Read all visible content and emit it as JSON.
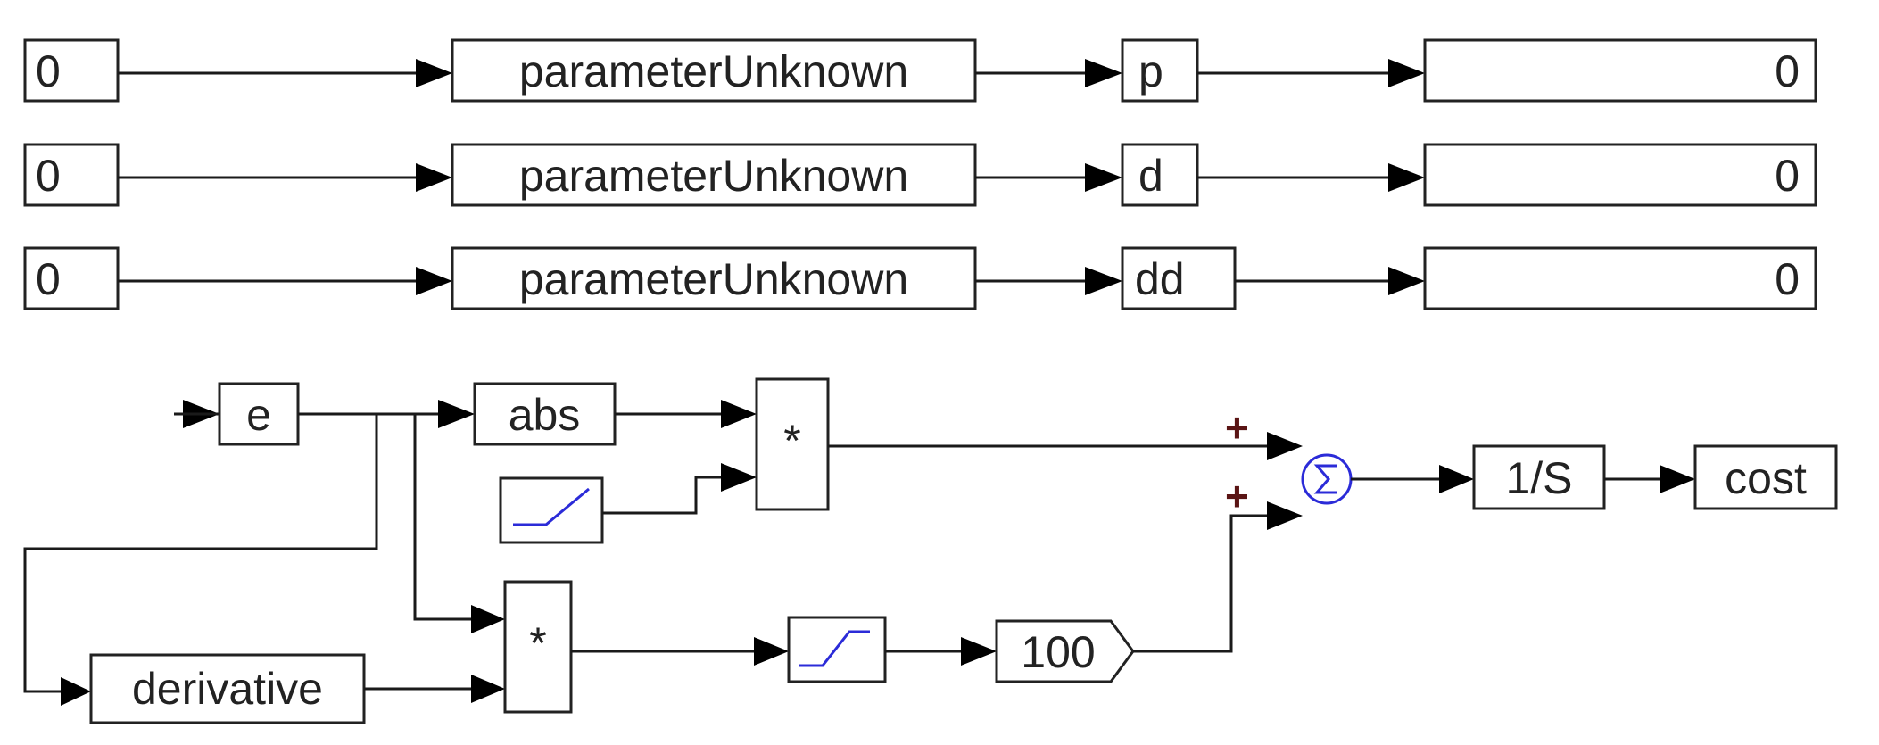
{
  "rows": [
    {
      "constant": "0",
      "source": "parameterUnknown",
      "variable": "p",
      "display": "0"
    },
    {
      "constant": "0",
      "source": "parameterUnknown",
      "variable": "d",
      "display": "0"
    },
    {
      "constant": "0",
      "source": "parameterUnknown",
      "variable": "dd",
      "display": "0"
    }
  ],
  "blocks": {
    "input_e": "e",
    "abs": "abs",
    "multiply_top": "*",
    "multiply_bottom": "*",
    "derivative": "derivative",
    "gain": "100",
    "integrator": "1/S",
    "output": "cost",
    "sum_signs": [
      "+",
      "+"
    ]
  },
  "colors": {
    "line": "#1a1a1a",
    "sum_symbol": "#2b2bd8",
    "sign": "#5a1414"
  },
  "icons": {
    "ramp": "ramp-function-icon",
    "saturation": "saturation-function-icon",
    "sum": "sigma-icon"
  }
}
